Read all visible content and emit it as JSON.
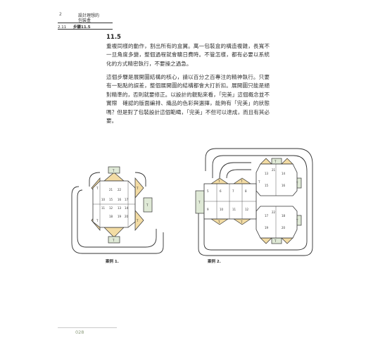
{
  "header": {
    "chapter_number": "2",
    "chapter_title_line1": "設計理想的",
    "chapter_title_line2": "包裝盒",
    "section_number": "2.11",
    "section_label": "步驟11.5"
  },
  "section": {
    "title": "11.5",
    "paragraph1": "重複同樣的動作，割出所有的盒翼。萬一包裝盒的構造複雜，長寬不一旦角度多變，整個過程就會曠日費時。不管怎樣，都有必要以系統化的方式精密執行，不要操之過急。",
    "paragraph2": "這個步驟是展開圖結構的核心，請以百分之百專注的精神執行。只要有一點點的誤差，整個展開圖的結構都會大打折扣。展開圖只能是絕對精準的，否則就要修正。以設計的觀點來看，「完美」這個概念並不實際　確認的版面編排、織品的色彩與選擇，能夠有「完美」的狀態嗎？但是對了包裝設計這個範疇，「完美」不但可以達成，而且有其必要。"
  },
  "figures": {
    "fig1": {
      "caption": "案例 1.",
      "panel_labels": [
        "T",
        "T",
        "T",
        "T",
        "T",
        "T",
        "T"
      ],
      "numbers": [
        "10",
        "11",
        "12",
        "13",
        "14",
        "15",
        "16",
        "17",
        "18",
        "19",
        "20",
        "21",
        "22"
      ]
    },
    "fig2": {
      "caption": "案例 2.",
      "panel_labels": [
        "T",
        "T",
        "T",
        "T",
        "T",
        "T",
        "T",
        "T",
        "T",
        "T"
      ],
      "numbers": [
        "5",
        "6",
        "7",
        "8",
        "9",
        "10",
        "11",
        "12",
        "13",
        "14",
        "15",
        "16",
        "17",
        "18",
        "19",
        "20",
        "21",
        "22"
      ]
    }
  },
  "colors": {
    "flap_yellow": "#f3dca4",
    "panel_green": "#dfe9d6",
    "line": "#333333"
  },
  "footer": {
    "page_number": "028"
  }
}
